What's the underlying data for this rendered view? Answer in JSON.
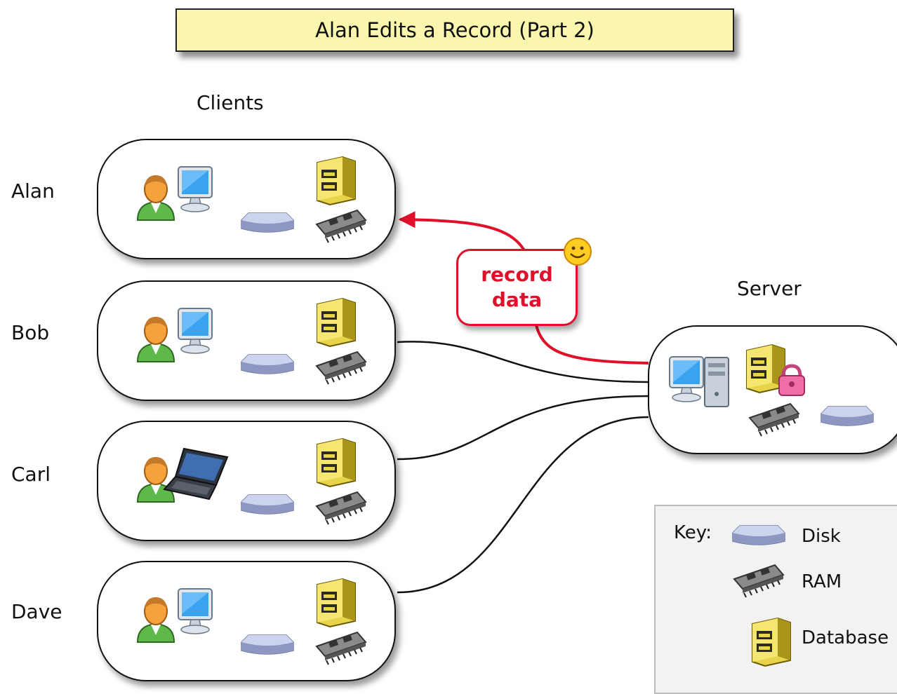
{
  "title": "Alan Edits a Record (Part 2)",
  "clients_heading": "Clients",
  "server_heading": "Server",
  "clients": [
    {
      "name": "Alan",
      "device": "desktop"
    },
    {
      "name": "Bob",
      "device": "desktop"
    },
    {
      "name": "Carl",
      "device": "laptop"
    },
    {
      "name": "Dave",
      "device": "desktop"
    }
  ],
  "message": {
    "line1": "record",
    "line2": "data"
  },
  "key": {
    "label": "Key:",
    "items": [
      {
        "icon": "disk-icon",
        "label": "Disk"
      },
      {
        "icon": "ram-icon",
        "label": "RAM"
      },
      {
        "icon": "database-icon",
        "label": "Database"
      }
    ]
  },
  "colors": {
    "arrow": "#e0102a",
    "title_fill": "#fbf6ad",
    "key_fill": "#f2f2f2"
  }
}
